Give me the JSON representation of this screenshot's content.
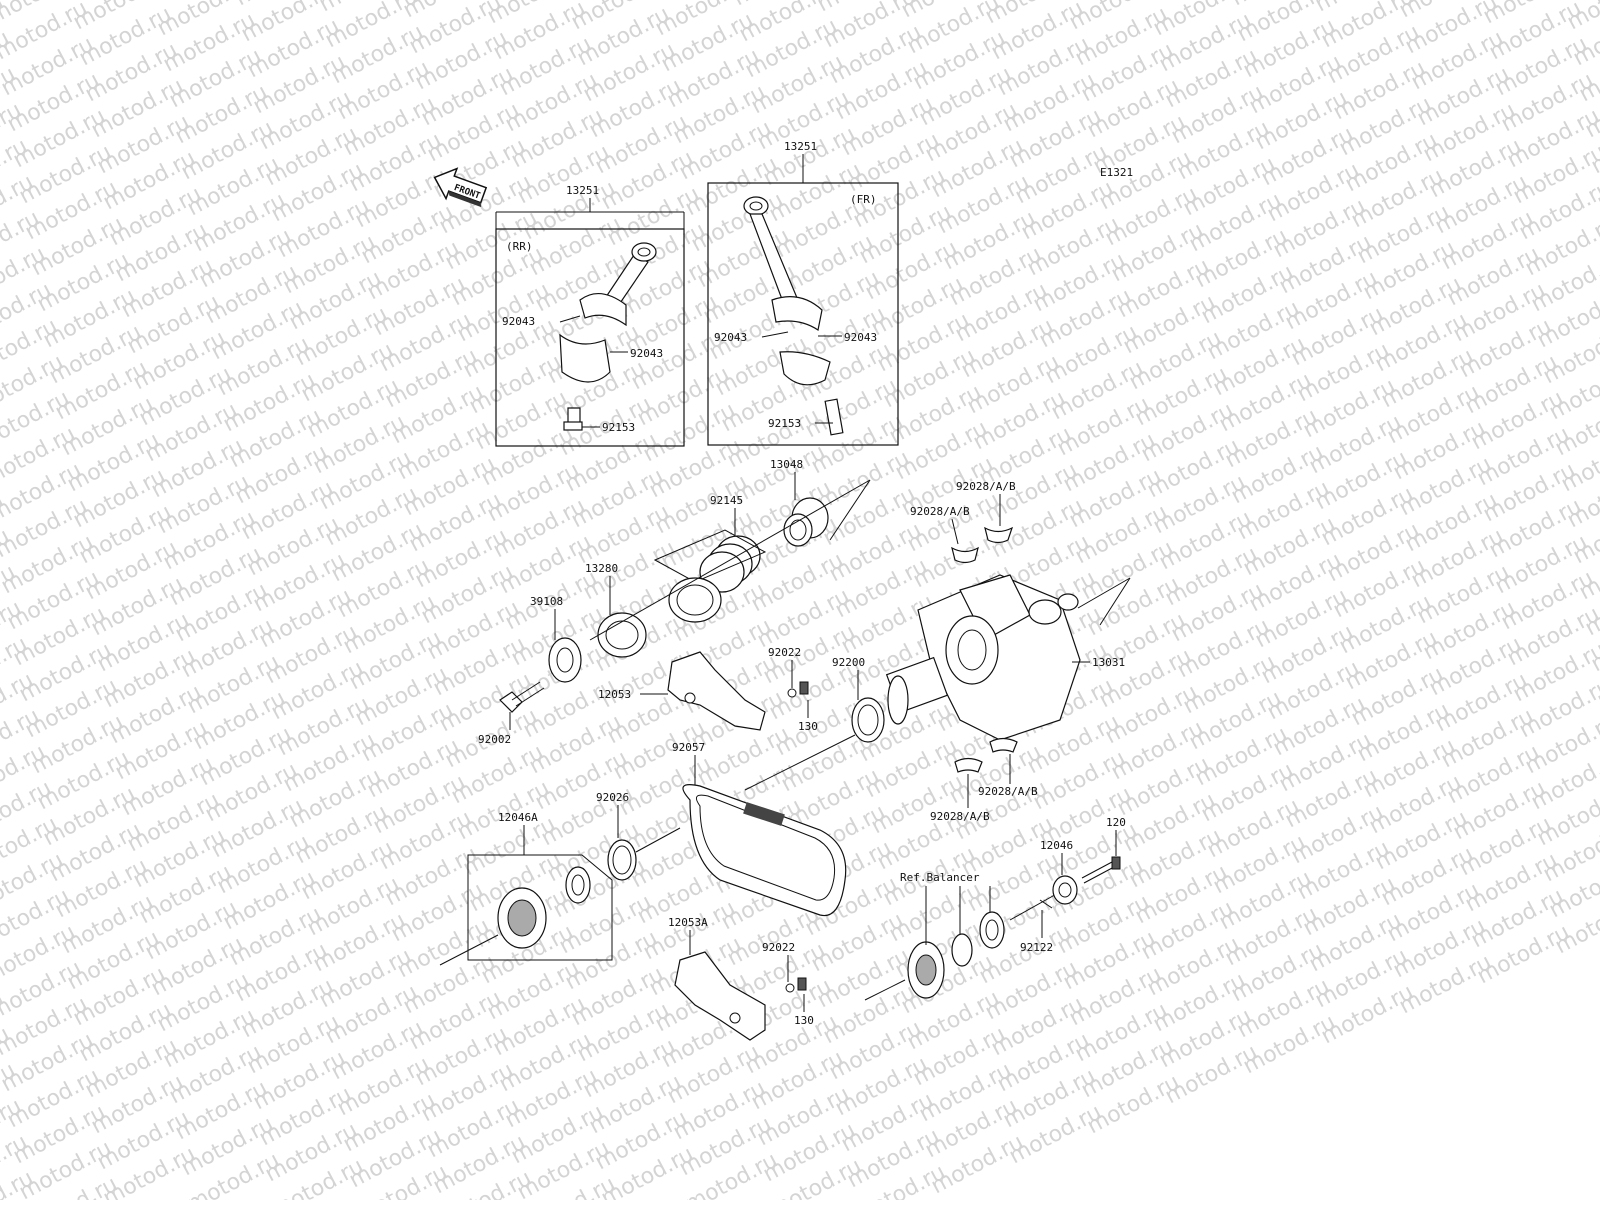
{
  "watermark": "motod.ru",
  "diagram_code": "E1321",
  "front_label": "FRONT",
  "box_rr": {
    "tag": "(RR)",
    "part_no": "13251"
  },
  "box_fr": {
    "tag": "(FR)",
    "part_no": "13251"
  },
  "labels": {
    "rr_92043_left": "92043",
    "rr_92043_right": "92043",
    "rr_92153": "92153",
    "fr_92043_left": "92043",
    "fr_92043_right": "92043",
    "fr_92153": "92153",
    "p13048": "13048",
    "p92145": "92145",
    "p13280": "13280",
    "p39108": "39108",
    "p92002": "92002",
    "p12053": "12053",
    "p92022_top": "92022",
    "p130_top": "130",
    "p92200": "92200",
    "p13031": "13031",
    "p92028_1": "92028/A/B",
    "p92028_2": "92028/A/B",
    "p92028_3": "92028/A/B",
    "p92028_4": "92028/A/B",
    "p92057": "92057",
    "p92026": "92026",
    "p12046A": "12046A",
    "p12053A": "12053A",
    "p92022_bot": "92022",
    "p130_bot": "130",
    "ref_balancer": "Ref.Balancer",
    "p12046": "12046",
    "p120": "120",
    "p92122": "92122"
  }
}
